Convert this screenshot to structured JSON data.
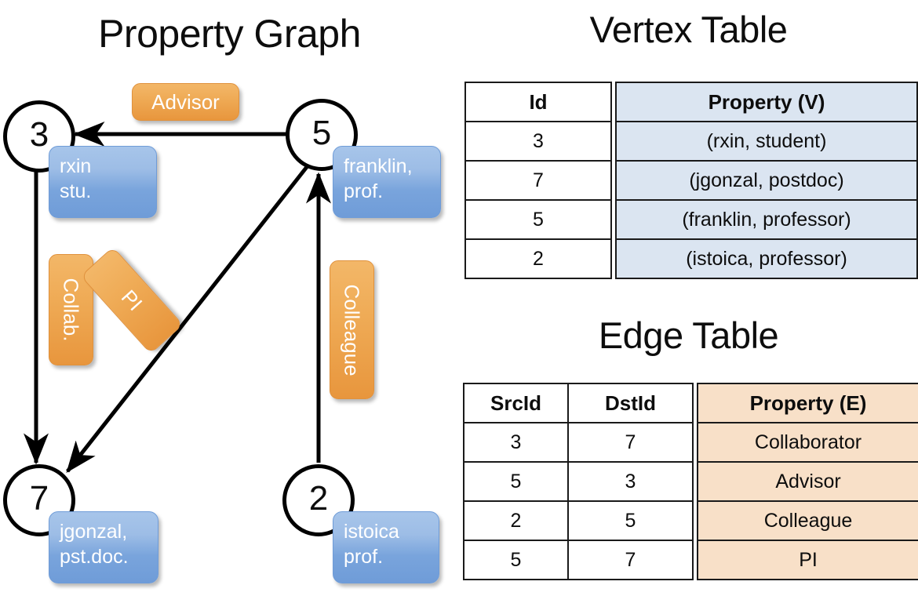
{
  "titles": {
    "property_graph": "Property Graph",
    "vertex_table": "Vertex Table",
    "edge_table": "Edge Table"
  },
  "graph": {
    "nodes": [
      {
        "id": "3",
        "property": "rxin\nstu.",
        "prop_line1": "rxin",
        "prop_line2": "stu."
      },
      {
        "id": "5",
        "property": "franklin, prof.",
        "prop_line1": "franklin,",
        "prop_line2": "prof."
      },
      {
        "id": "7",
        "property": "jgonzal, pst.doc.",
        "prop_line1": "jgonzal,",
        "prop_line2": "pst.doc."
      },
      {
        "id": "2",
        "property": "istoica prof.",
        "prop_line1": "istoica",
        "prop_line2": "prof."
      }
    ],
    "edge_labels": {
      "advisor": "Advisor",
      "collab": "Collab.",
      "pi": "PI",
      "colleague": "Colleague"
    }
  },
  "vertex_table": {
    "headers": [
      "Id",
      "Property (V)"
    ],
    "rows": [
      {
        "id": "3",
        "property": "(rxin, student)"
      },
      {
        "id": "7",
        "property": "(jgonzal, postdoc)"
      },
      {
        "id": "5",
        "property": "(franklin, professor)"
      },
      {
        "id": "2",
        "property": "(istoica, professor)"
      }
    ]
  },
  "edge_table": {
    "headers": [
      "SrcId",
      "DstId",
      "Property (E)"
    ],
    "rows": [
      {
        "src": "3",
        "dst": "7",
        "property": "Collaborator"
      },
      {
        "src": "5",
        "dst": "3",
        "property": "Advisor"
      },
      {
        "src": "2",
        "dst": "5",
        "property": "Colleague"
      },
      {
        "src": "5",
        "dst": "7",
        "property": "PI"
      }
    ]
  },
  "colors": {
    "vertex_fill": "#dbe5f1",
    "edge_fill": "#f8e0c8",
    "callout_blue": "#79a4dc",
    "callout_orange": "#efab56",
    "stroke": "#000000",
    "background": "#ffffff"
  }
}
